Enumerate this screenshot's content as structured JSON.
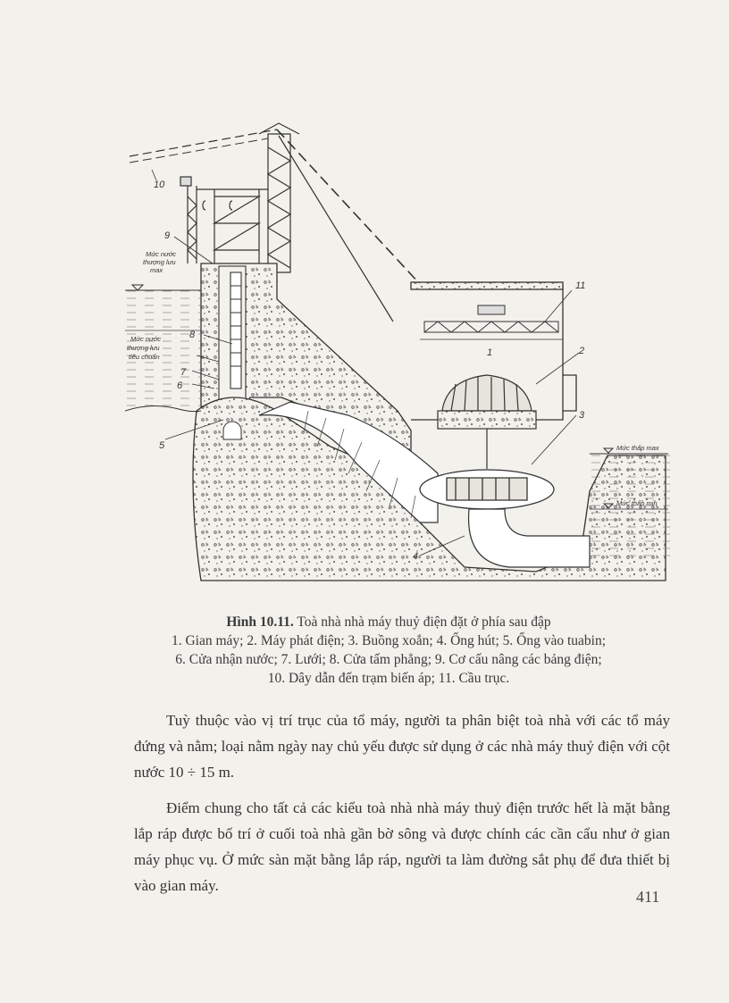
{
  "figure": {
    "labels": {
      "n1": "1",
      "n2": "2",
      "n3": "3",
      "n4": "4",
      "n5": "5",
      "n6": "6",
      "n7": "7",
      "n8": "8",
      "n9": "9",
      "n10": "10",
      "n11": "11",
      "upstream_max_1": "Mức nước",
      "upstream_max_2": "thượng lưu",
      "upstream_max_3": "max",
      "upstream_std_1": "Mức nước",
      "upstream_std_2": "thượng lưu",
      "upstream_std_3": "tiêu chuẩn",
      "downstream_max": "Mức thấp max",
      "downstream_min": "Mức thấp min"
    },
    "caption_title_bold": "Hình 10.11.",
    "caption_title_text": "Toà nhà nhà máy thuỷ điện đặt ở phía sau đập",
    "caption_line1": "1. Gian máy; 2. Máy phát điện; 3. Buồng xoắn; 4. Ống hút; 5. Ống vào tuabin;",
    "caption_line2": "6. Cửa nhận nước; 7. Lưới; 8. Cửa tấm phẳng; 9. Cơ cấu nâng các bảng điện;",
    "caption_line3": "10. Dây dẫn đến trạm biến áp; 11. Cầu trục."
  },
  "body": {
    "paragraph1": "Tuỳ thuộc vào vị trí trục của tổ máy, người ta phân biệt toà nhà với các tổ máy đứng và nằm; loại nằm ngày nay chủ yếu được sử dụng ở các nhà máy thuỷ điện với cột nước 10 ÷ 15 m.",
    "paragraph2": "Điểm chung cho tất cả các kiểu toà nhà nhà máy thuỷ điện trước hết là mặt bằng lắp ráp được bố trí ở cuối toà nhà gần bờ sông và được chính các cần cẩu như ở gian máy phục vụ. Ở mức sàn mặt bằng lắp ráp, người ta làm đường sắt phụ để đưa thiết bị vào gian máy."
  },
  "page_number": "411"
}
